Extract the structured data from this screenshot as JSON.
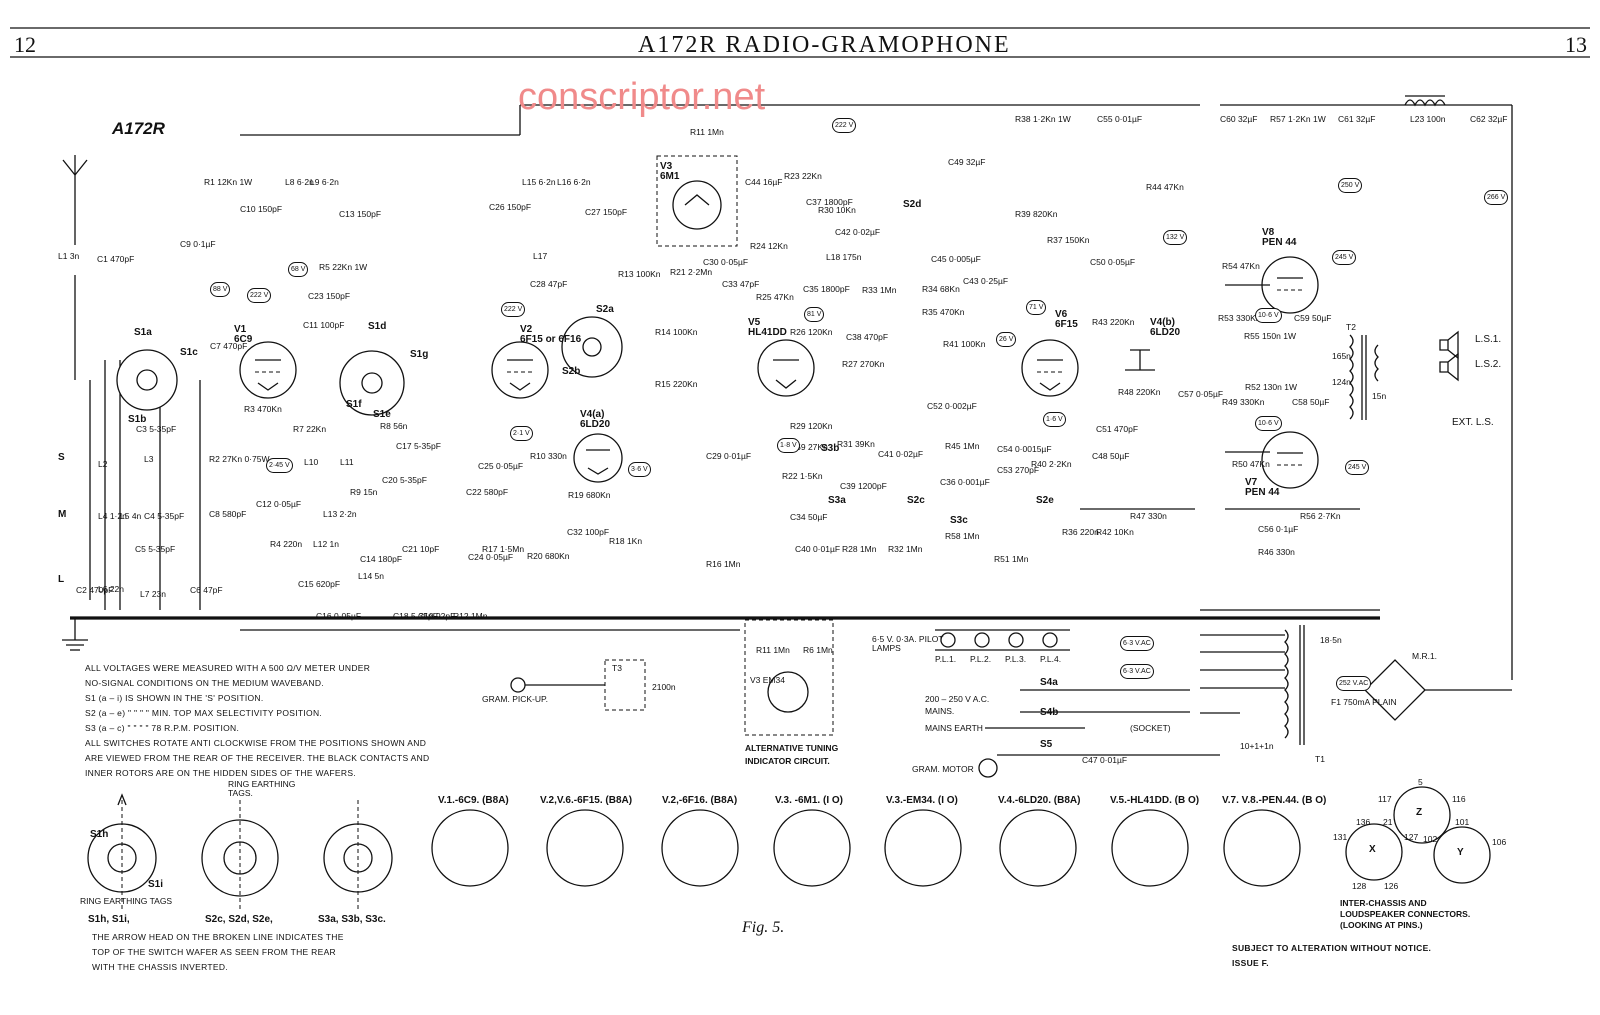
{
  "header": {
    "page_left": "12",
    "title": "A172R RADIO-GRAMOPHONE",
    "page_right": "13"
  },
  "watermark": "conscriptor.net",
  "model_label": "A172R",
  "band_labels": [
    "S",
    "M",
    "L"
  ],
  "valves": [
    {
      "id": "V1",
      "type": "6C9"
    },
    {
      "id": "V2",
      "type": "6F15 or 6F16"
    },
    {
      "id": "V3",
      "type": "6M1"
    },
    {
      "id": "V4(a)",
      "type": "6LD20"
    },
    {
      "id": "V4(b)",
      "type": "6LD20"
    },
    {
      "id": "V5",
      "type": "HL41DD"
    },
    {
      "id": "V6",
      "type": "6F15"
    },
    {
      "id": "V7",
      "type": "PEN 44"
    },
    {
      "id": "V8",
      "type": "PEN 44"
    }
  ],
  "component_labels": [
    "L1 3n",
    "C1 470pF",
    "R1 12Kn 1W",
    "C10 150pF",
    "L8 6·2n",
    "L9 6·2n",
    "C13 150pF",
    "C9 0·1µF",
    "R5 22Kn 1W",
    "C23 150pF",
    "C11 100pF",
    "C7 470pF",
    "R3 470Kn",
    "R7 22Kn",
    "R8 56n",
    "C17 5-35pF",
    "C20 5-35pF",
    "C3 5-35pF",
    "L2",
    "L3",
    "C4 5-35pF",
    "L4 1·2n",
    "L5 4n",
    "C5 5-35pF",
    "L6 22n",
    "L7 23n",
    "C2 470pF",
    "C6 47pF",
    "R2 27Kn 0·75W",
    "C8 580pF",
    "C12 0·05µF",
    "R4 220n",
    "L10",
    "L11",
    "R9 15n",
    "L13 2·2n",
    "L12 1n",
    "C14 180pF",
    "L14 5n",
    "C15 620pF",
    "C21 10pF",
    "C16 0·05µF",
    "C18 5-35pF",
    "C19 92pF",
    "R12 1Mn",
    "C22 580pF",
    "R17 1·5Mn",
    "C24 0·05µF",
    "C26 150pF",
    "L15 6·2n",
    "L16 6·2n",
    "C27 150pF",
    "C28 47pF",
    "L17",
    "R11 1Mn",
    "C30 0·05µF",
    "R21 2·2Mn",
    "R13 100Kn",
    "C33 47pF",
    "R14 100Kn",
    "R15 220Kn",
    "C25 0·05µF",
    "R10 330n",
    "R19 680Kn",
    "R20 680Kn",
    "C32 100pF",
    "R18 1Kn",
    "C44 16µF",
    "R23 22Kn",
    "C37 1800pF",
    "R30 10Kn",
    "R24 12Kn",
    "L18 175n",
    "C35 1800pF",
    "C42 0·02µF",
    "R25 47Kn",
    "R26 120Kn",
    "C38 470pF",
    "R27 270Kn",
    "R29 120Kn",
    "R59 27Kn",
    "R31 39Kn",
    "C39 1200pF",
    "C41 0·02µF",
    "R22 1·5Kn",
    "C34 50µF",
    "C40 0·01µF",
    "R28 1Mn",
    "R32 1Mn",
    "C29 0·01µF",
    "R16 1Mn",
    "R33 1Mn",
    "R34 68Kn",
    "R35 470Kn",
    "C45 0·005µF",
    "R41 100Kn",
    "C52 0·002µF",
    "R45 1Mn",
    "C36 0·001µF",
    "R58 1Mn",
    "C49 32µF",
    "R38 1·2Kn 1W",
    "C55 0·01µF",
    "R39 820Kn",
    "R37 150Kn",
    "C43 0·25µF",
    "C54 0·0015µF",
    "C53 270pF",
    "R40 2·2Kn",
    "R51 1Mn",
    "C48 50µF",
    "R36 220n",
    "R42 10Kn",
    "C50 0·05µF",
    "R43 220Kn",
    "R48 220Kn",
    "C57 0·05µF",
    "C51 470pF",
    "R44 47Kn",
    "R47 330n",
    "C60 32µF",
    "R57 1·2Kn 1W",
    "C61 32µF",
    "L23 100n",
    "C62 32µF",
    "R54 47Kn",
    "R53 330Kn",
    "R55 150n 1W",
    "C59 50µF",
    "R52 130n 1W",
    "R49 330Kn",
    "C58 50µF",
    "R50 47Kn",
    "R56 2·7Kn",
    "C56 0·1µF",
    "R46 330n",
    "T2",
    "F1 750mA PLAIN",
    "M.R.1.",
    "T1",
    "T3",
    "C47 0·01µF"
  ],
  "voltages": [
    "222 V",
    "68 V",
    "88 V",
    "222 V",
    "2·45 V",
    "222 V",
    "2·1 V",
    "3·6 V",
    "81 V",
    "1·8 V",
    "71 V",
    "26 V",
    "1·6 V",
    "132 V",
    "250 V",
    "245 V",
    "266 V",
    "245 V",
    "10·6 V",
    "10·6 V",
    "6·3 V.AC",
    "6·3 V.AC",
    "252 V.AC"
  ],
  "switch_labels": [
    "S1a",
    "S1b",
    "S1c",
    "S1d",
    "S1e",
    "S1f",
    "S1g",
    "S1h",
    "S1i",
    "S2a",
    "S2b",
    "S2c",
    "S2d",
    "S2e",
    "S3a",
    "S3b",
    "S3c",
    "S4a",
    "S4b",
    "S5"
  ],
  "outputs": {
    "ls1": "L.S.1.",
    "ls2": "L.S.2.",
    "ext": "EXT. L.S.",
    "pilot_lamps": "6·5 V. 0·3A. PILOT LAMPS",
    "lamps": [
      "P.L.1.",
      "P.L.2.",
      "P.L.3.",
      "P.L.4."
    ],
    "mains": "200 – 250 V A.C. MAINS.",
    "mains_earth": "MAINS EARTH",
    "socket": "(SOCKET)",
    "gram_motor": "GRAM. MOTOR",
    "gram_pickup": "GRAM. PICK-UP.",
    "t3_res": "2100n",
    "t2_res": [
      "165n",
      "124n",
      "15n"
    ],
    "t1_note": "10+1+1n",
    "mr1_res": "18·5n"
  },
  "alt_tuning": {
    "title": "ALTERNATIVE TUNING INDICATOR CIRCUIT.",
    "parts": [
      "R11 1Mn",
      "R6 1Mn",
      "V3 EM34"
    ]
  },
  "notes": [
    "ALL VOLTAGES WERE MEASURED WITH A 500 Ω/V METER UNDER",
    "NO-SIGNAL CONDITIONS ON THE MEDIUM WAVEBAND.",
    "S1 (a – i)  IS SHOWN IN THE 'S' POSITION.",
    "S2 (a – e)  \"  \"  \"  \"  MIN. TOP MAX SELECTIVITY POSITION.",
    "S3 (a – c)  \"  \"  \"  \"  78 R.P.M. POSITION.",
    "ALL SWITCHES ROTATE ANTI CLOCKWISE FROM THE POSITIONS SHOWN AND",
    "ARE VIEWED FROM THE REAR OF THE RECEIVER. THE BLACK CONTACTS AND",
    "INNER ROTORS ARE ON THE HIDDEN SIDES OF THE WAFERS."
  ],
  "switch_wafers": {
    "ring_tags_top": "RING EARTHING TAGS.",
    "ring_tags_left": "RING EARTHING TAGS",
    "groups": [
      "S1h, S1i,",
      "S2c, S2d, S2e,",
      "S3a, S3b, S3c."
    ],
    "arrow_note": [
      "THE ARROW HEAD ON THE BROKEN LINE INDICATES THE",
      "TOP OF THE SWITCH WAFER AS SEEN FROM THE REAR",
      "WITH THE CHASSIS INVERTED."
    ]
  },
  "valve_bases": [
    "V.1.-6C9. (B8A)",
    "V.2,V.6.-6F15. (B8A)",
    "V.2,-6F16. (B8A)",
    "V.3. -6M1. (I O)",
    "V.3.-EM34. (I O)",
    "V.4.-6LD20. (B8A)",
    "V.5.-HL41DD. (B O)",
    "V.7. V.8.-PEN.44. (B O)"
  ],
  "connectors": {
    "caption": "INTER-CHASSIS AND LOUDSPEAKER CONNECTORS. (LOOKING AT PINS.)",
    "z_pins": [
      "5",
      "117",
      "116"
    ],
    "x_pins": [
      "136",
      "21",
      "131",
      "127",
      "128",
      "126"
    ],
    "y_pins": [
      "101",
      "102",
      "106"
    ]
  },
  "figure": "Fig. 5.",
  "footer": {
    "line1": "SUBJECT TO ALTERATION WITHOUT NOTICE.",
    "line2": "ISSUE F."
  }
}
